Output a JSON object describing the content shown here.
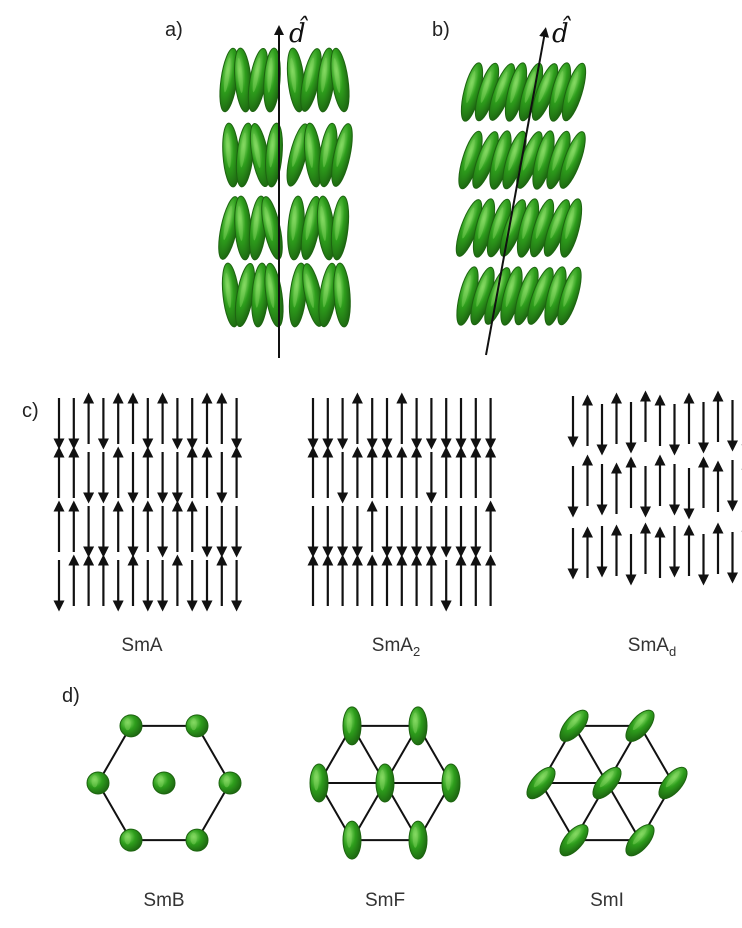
{
  "panels": {
    "a": {
      "label": "a)",
      "director": "d̂"
    },
    "b": {
      "label": "b)",
      "director": "d̂"
    },
    "c": {
      "label": "c)",
      "phases": [
        {
          "base": "SmA",
          "sub": ""
        },
        {
          "base": "SmA",
          "sub": "2"
        },
        {
          "base": "SmA",
          "sub": "d"
        }
      ]
    },
    "d": {
      "label": "d)",
      "phases": [
        "SmB",
        "SmF",
        "SmI"
      ]
    }
  },
  "colors": {
    "molecule_fill": "#2e9e1c",
    "molecule_edge": "#1d6410",
    "molecule_highlight": "#7fd35a",
    "line": "#111111"
  },
  "icons": [
    "arrow-up-icon",
    "arrow-down-icon",
    "ellipsoid-molecule-icon"
  ]
}
